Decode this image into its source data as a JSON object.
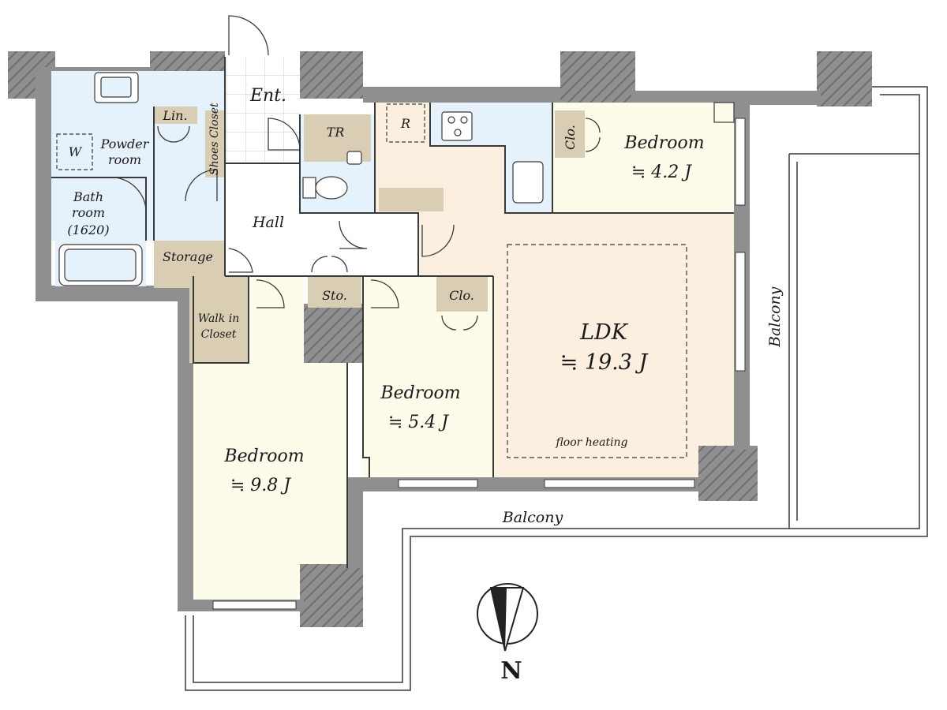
{
  "colors": {
    "bedroom": "#fdfbea",
    "ldk": "#fbf0df",
    "wet": "#e5f1fb",
    "storage": "#d9ceb3",
    "hall": "#ffffff",
    "column": "#8f8f8f",
    "line": "#3a3a3a"
  },
  "rooms": {
    "bedroom_small": {
      "label": "Bedroom",
      "size": "≒ 4.2 J"
    },
    "bedroom_mid": {
      "label": "Bedroom",
      "size": "≒ 5.4 J"
    },
    "bedroom_large": {
      "label": "Bedroom",
      "size": "≒ 9.8 J"
    },
    "ldk": {
      "label": "LDK",
      "size": "≒ 19.3 J",
      "note": "floor heating"
    },
    "entrance": "Ent.",
    "hall": "Hall",
    "toilet": "TR",
    "refrigerator": "R",
    "linen": "Lin.",
    "shoes_closet": "Shoes Closet",
    "powder_room": [
      "Powder",
      "room"
    ],
    "washer": "W",
    "bath": [
      "Bath",
      "room",
      "(1620)"
    ],
    "storage": "Storage",
    "walk_in_closet": [
      "Walk in",
      "Closet"
    ],
    "sto": "Sto.",
    "clo_hall": "Clo.",
    "clo_bedroom": "Clo."
  },
  "balcony": {
    "south": "Balcony",
    "east": "Balcony"
  },
  "compass": {
    "north": "N"
  }
}
